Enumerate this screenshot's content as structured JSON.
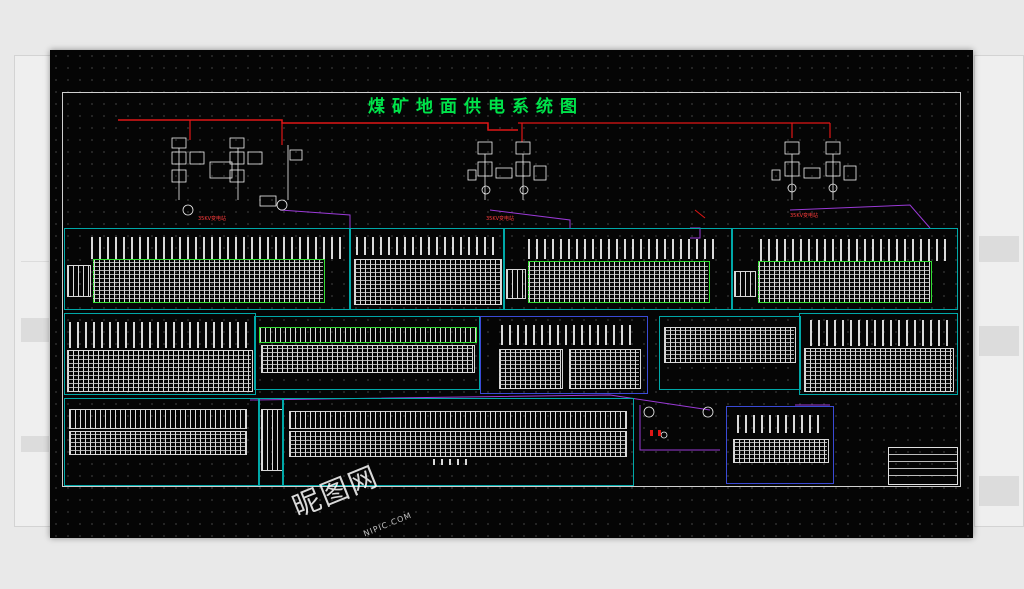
{
  "diagram": {
    "title": "煤矿地面供电系统图",
    "transformer_labels": [
      "35KV变电站",
      "35KV变电站",
      "35KV变电站"
    ],
    "colors": {
      "background": "#050505",
      "title": "#00e34a",
      "bus_red": "#e01616",
      "link_purple": "#9a3ad6",
      "panel_border": "#00a8a8",
      "table_green": "#34e034",
      "device_white": "#f0f0f0"
    }
  },
  "watermark": {
    "text": "昵图网",
    "sub": "NIPIC.COM"
  }
}
